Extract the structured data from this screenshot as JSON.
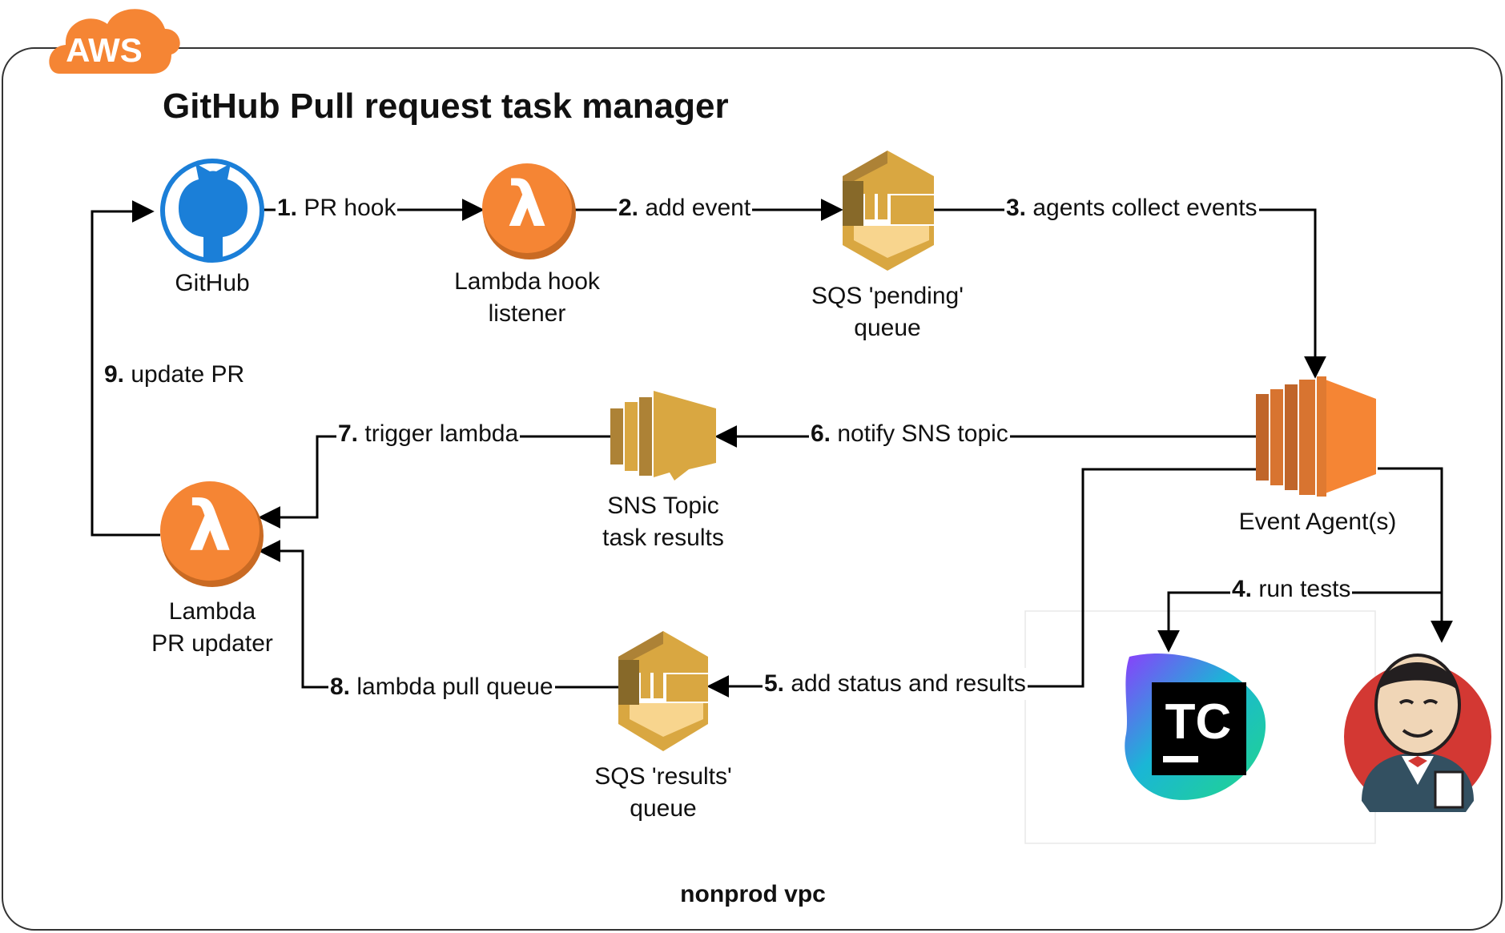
{
  "badge": "AWS",
  "title": "GitHub Pull request task manager",
  "vpc_label": "nonprod vpc",
  "colors": {
    "aws_orange": "#F58534",
    "sqs_gold": "#D9A741",
    "sqs_dark": "#876929",
    "github_blue": "#1B7FD8",
    "border": "#333333"
  },
  "nodes": {
    "github": {
      "label": "GitHub"
    },
    "lambda_hook": {
      "line1": "Lambda hook",
      "line2": "listener"
    },
    "sqs_pending": {
      "line1": "SQS 'pending'",
      "line2": "queue"
    },
    "event_agent": {
      "label": "Event Agent(s)"
    },
    "sns_topic": {
      "line1": "SNS Topic",
      "line2": "task results"
    },
    "lambda_pr": {
      "line1": "Lambda",
      "line2": "PR updater"
    },
    "sqs_results": {
      "line1": "SQS 'results'",
      "line2": "queue"
    },
    "teamcity": {
      "logo_text": "TC"
    },
    "jenkins": {
      "icon": "jenkins-butler-icon"
    }
  },
  "edges": [
    {
      "num": "1.",
      "text": "PR hook"
    },
    {
      "num": "2.",
      "text": "add event"
    },
    {
      "num": "3.",
      "text": "agents collect events"
    },
    {
      "num": "4.",
      "text": "run tests"
    },
    {
      "num": "5.",
      "text": "add status and results"
    },
    {
      "num": "6.",
      "text": "notify SNS topic"
    },
    {
      "num": "7.",
      "text": "trigger lambda"
    },
    {
      "num": "8.",
      "text": "lambda pull queue"
    },
    {
      "num": "9.",
      "text": "update PR"
    }
  ]
}
